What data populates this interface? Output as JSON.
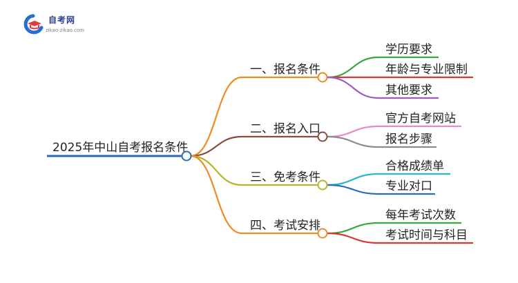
{
  "logo": {
    "name": "自考网",
    "url": "zikao-zikao.com",
    "colors": {
      "blue": "#2a6bd8",
      "red": "#e03a3a",
      "navy": "#2a3f8f"
    }
  },
  "mindmap": {
    "root": {
      "label": "2025年中山自考报名条件",
      "color": "#2b6cb0"
    },
    "branches": [
      {
        "label": "一、报名条件",
        "color": "#f08a24",
        "children": [
          {
            "label": "学历要求",
            "color": "#3aa63a"
          },
          {
            "label": "年龄与专业限制",
            "color": "#d93434"
          },
          {
            "label": "其他要求",
            "color": "#9b59c4"
          }
        ]
      },
      {
        "label": "二、报名入口",
        "color": "#8b4a3c",
        "children": [
          {
            "label": "官方自考网站",
            "color": "#e58ac9"
          },
          {
            "label": "报名步骤",
            "color": "#8a8a8a"
          }
        ]
      },
      {
        "label": "三、免考条件",
        "color": "#b5b52a",
        "children": [
          {
            "label": "合格成绩单",
            "color": "#29b6c9"
          },
          {
            "label": "专业对口",
            "color": "#2a6db5"
          }
        ]
      },
      {
        "label": "四、考试安排",
        "color": "#f08a24",
        "children": [
          {
            "label": "每年考试次数",
            "color": "#3aa63a"
          },
          {
            "label": "考试时间与科目",
            "color": "#d93434"
          }
        ]
      }
    ]
  }
}
